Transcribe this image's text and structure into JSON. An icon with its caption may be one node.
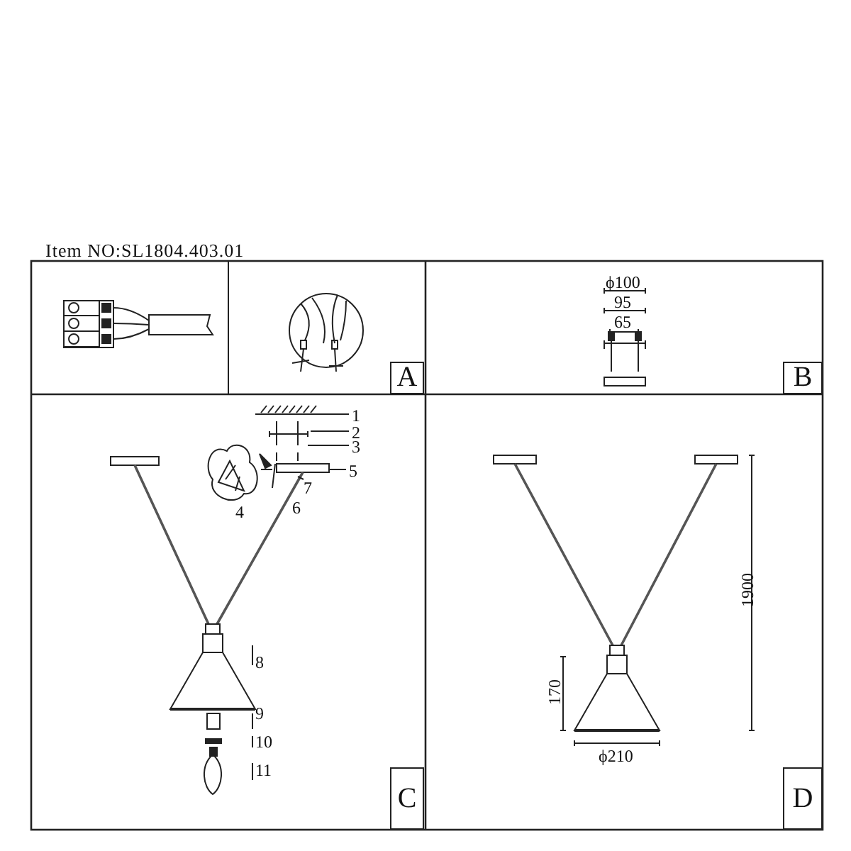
{
  "diagram": {
    "title": "Item NO:SL1804.403.01",
    "nodes": [
      {
        "text": [
          "A"
        ]
      },
      {
        "text": [
          "B"
        ]
      },
      {
        "text": [
          "C"
        ]
      },
      {
        "text": [
          "D"
        ]
      }
    ],
    "labels": [
      "ϕ100",
      "95",
      "65",
      "1",
      "2",
      "3",
      "5",
      "4",
      "7",
      "6",
      "8",
      "9",
      "10",
      "11",
      "1900",
      "170",
      "ϕ210"
    ]
  }
}
